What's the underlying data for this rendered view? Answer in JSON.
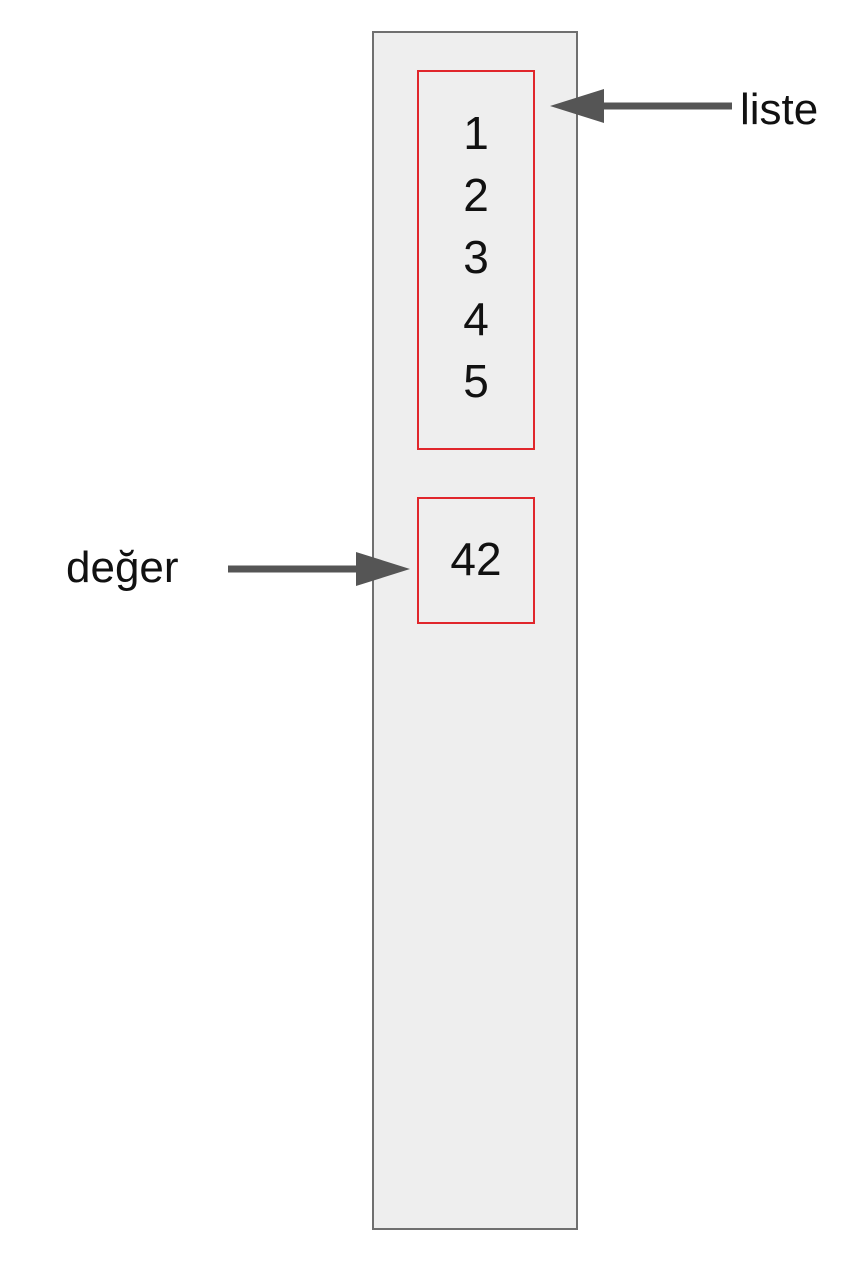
{
  "diagram": {
    "list": {
      "items": [
        "1",
        "2",
        "3",
        "4",
        "5"
      ]
    },
    "value": "42",
    "labels": {
      "list": "liste",
      "value": "değer"
    },
    "colors": {
      "column_fill": "#eeeeee",
      "column_border": "#6f6f6f",
      "box_border": "#e0262b",
      "arrow": "#555555",
      "text": "#111111"
    }
  }
}
